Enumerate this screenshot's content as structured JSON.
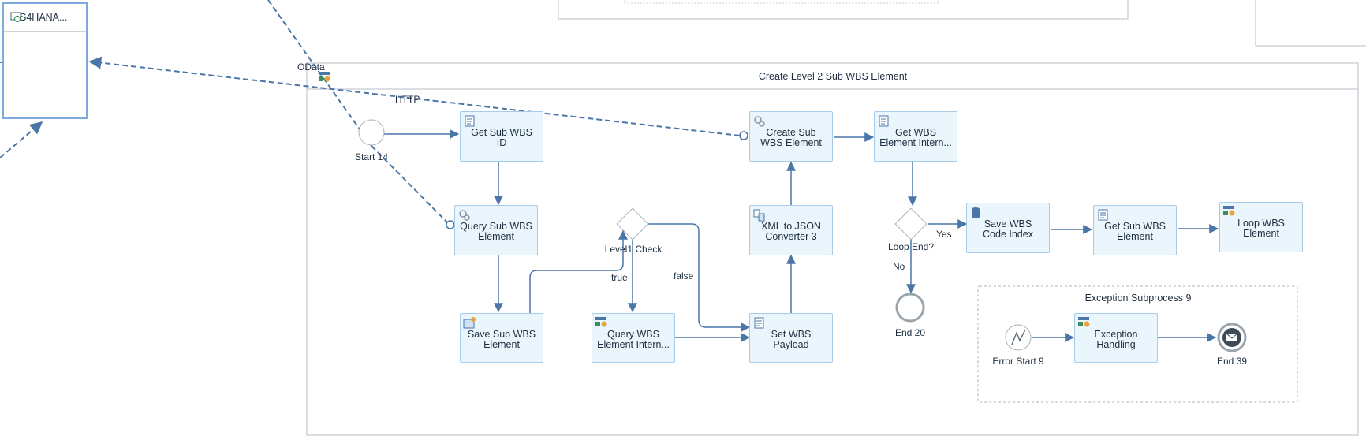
{
  "colors": {
    "flow": "#4a76a8",
    "task_fill": "#eaf5fc",
    "task_border": "#a7cbe8",
    "pool_border": "#b7bfc7",
    "receiver_border": "#7fa8de"
  },
  "receiver": {
    "title": "S4HANA...",
    "icon": "system-icon"
  },
  "channels": {
    "odata": "OData",
    "http": "HTTP"
  },
  "pool": {
    "title": "Create Level 2 Sub WBS Element",
    "icon": "integration-process-icon"
  },
  "subprocess": {
    "title": "Exception Subprocess 9"
  },
  "events": {
    "start": "Start 14",
    "end20": "End 20",
    "error_start": "Error Start 9",
    "end39": "End 39"
  },
  "gateways": {
    "level1": "Level1 Check",
    "loop_end": "Loop End?"
  },
  "conditions": {
    "true": "true",
    "false": "false",
    "yes": "Yes",
    "no": "No"
  },
  "steps": {
    "get_sub_wbs_id": {
      "label": "Get Sub WBS\nID",
      "icon": "script-icon"
    },
    "query_sub_wbs": {
      "label": "Query Sub WBS\nElement",
      "icon": "service-call-icon"
    },
    "save_sub_wbs": {
      "label": "Save Sub WBS\nElement",
      "icon": "write-variables-icon"
    },
    "query_wbs_intern": {
      "label": "Query WBS\nElement Intern...",
      "icon": "process-call-icon"
    },
    "set_wbs_payload": {
      "label": "Set WBS\nPayload",
      "icon": "script-icon"
    },
    "xml_to_json": {
      "label": "XML to JSON\nConverter 3",
      "icon": "converter-icon"
    },
    "create_sub_wbs": {
      "label": "Create Sub\nWBS Element",
      "icon": "service-call-icon"
    },
    "get_wbs_intern": {
      "label": "Get WBS\nElement Intern...",
      "icon": "script-icon"
    },
    "save_wbs_code": {
      "label": "Save WBS\nCode Index",
      "icon": "datastore-icon"
    },
    "get_sub_wbs_el": {
      "label": "Get Sub WBS\nElement",
      "icon": "script-icon"
    },
    "loop_wbs": {
      "label": "Loop WBS\nElement",
      "icon": "process-call-icon"
    },
    "exception_handling": {
      "label": "Exception\nHandling",
      "icon": "process-call-icon"
    }
  }
}
